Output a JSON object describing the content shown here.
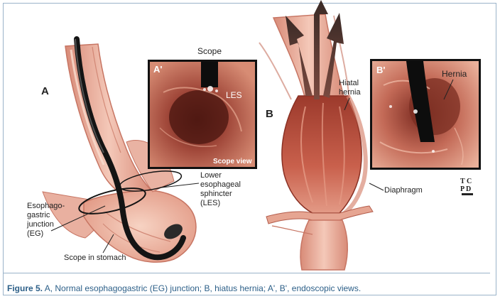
{
  "panels": {
    "a": "A",
    "a_prime": "A'",
    "b": "B",
    "b_prime": "B'"
  },
  "labels": {
    "scope": "Scope",
    "les": "LES",
    "scope_view": "Scope view",
    "lower_esophageal_sphincter": [
      "Lower",
      "esophageal",
      "sphincter",
      "(LES)"
    ],
    "esophagogastric_junction": [
      "Esophago-",
      "gastric",
      "junction",
      "(EG)"
    ],
    "scope_in_stomach": "Scope in stomach",
    "hiatal_hernia": [
      "Hiatal",
      "hernia"
    ],
    "hernia": "Hernia",
    "diaphragm": "Diaphragm"
  },
  "logo": "TCPD",
  "caption": {
    "bold": "Figure 5.",
    "text": " A, Normal esophagogastric (EG) junction; B, hiatus hernia; A', B', endoscopic views."
  },
  "colors": {
    "frame": "#9ab3c9",
    "caption_text": "#2c5f88",
    "tissue": "#e8a898",
    "tissue_dark": "#b5604f",
    "endoscopic_bg": "#7a2e22",
    "scope": "#1a1a1a"
  }
}
